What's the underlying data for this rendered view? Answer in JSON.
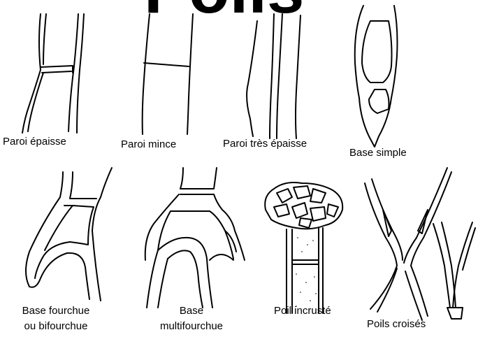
{
  "title": "Poils",
  "labels": {
    "paroi_epaisse": "Paroi épaisse",
    "paroi_mince": "Paroi mince",
    "paroi_tres_epaisse": "Paroi très épaisse",
    "base_simple": "Base simple",
    "base_fourchue": [
      "Base fourchue",
      "ou bifourchue"
    ],
    "base_multifourchue": [
      "Base",
      "multifourchue"
    ],
    "poil_incruste": "Poil incrusté",
    "poils_croises": "Poils croisés"
  },
  "colors": {
    "line": "#000000",
    "background": "#ffffff"
  }
}
